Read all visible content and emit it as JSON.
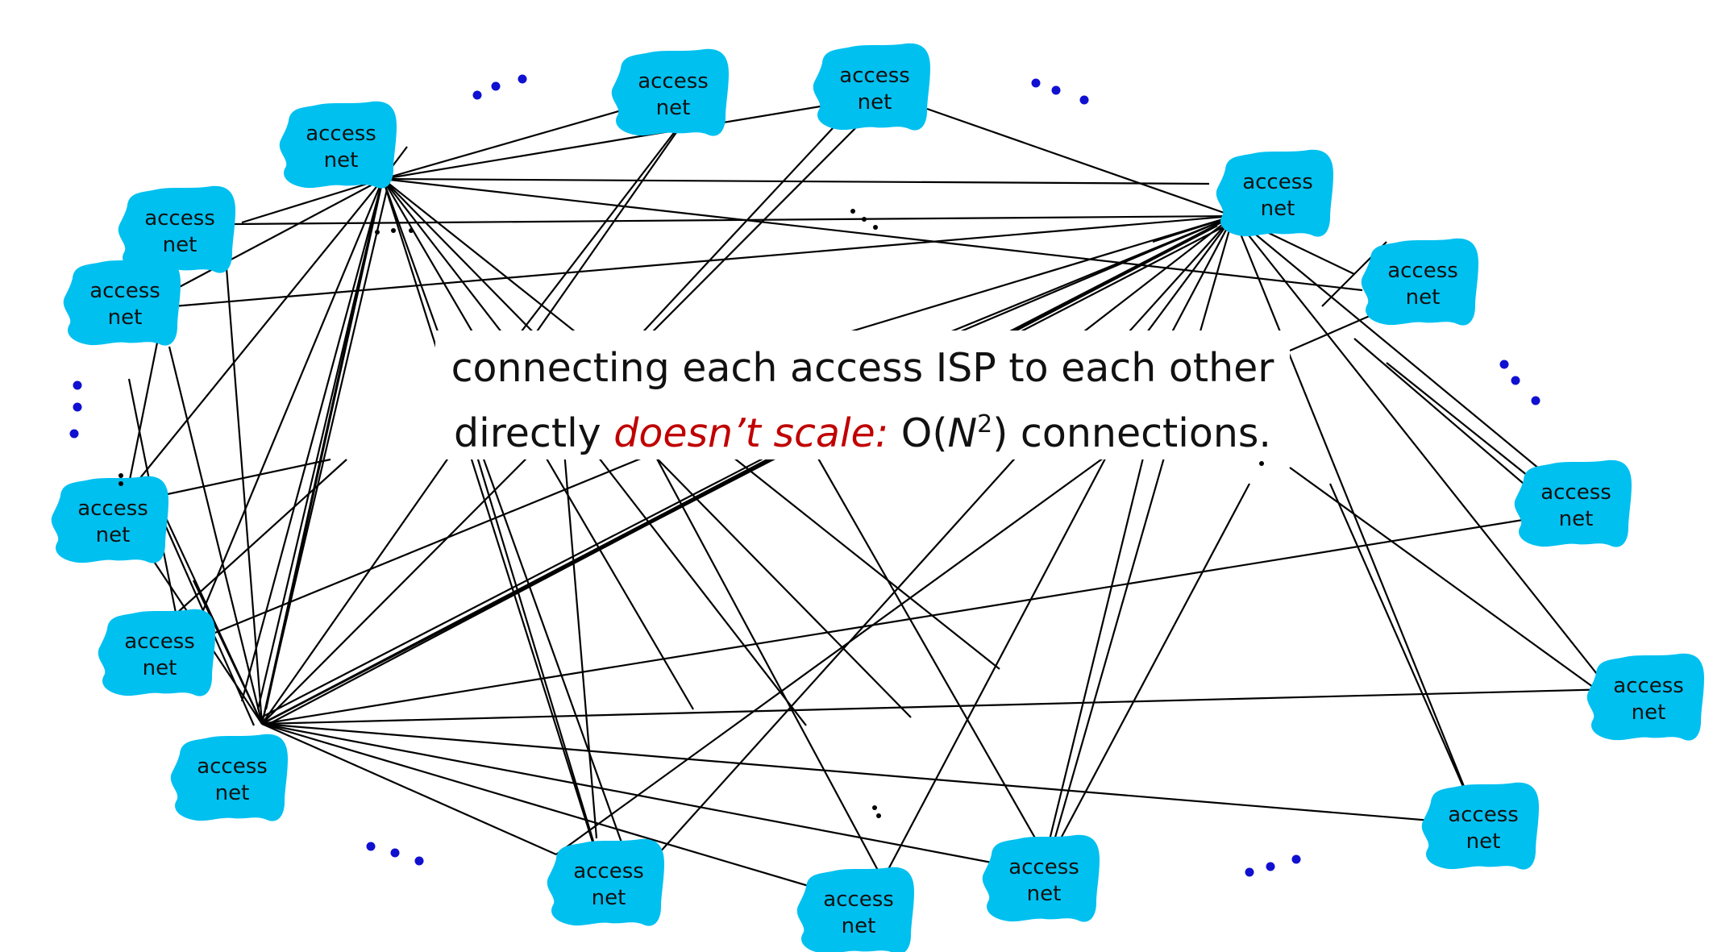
{
  "access_net_label": [
    "access",
    "net"
  ],
  "caption": {
    "line1": "connecting each access ISP to each other",
    "line2_prefix": "directly ",
    "line2_emphasis": "doesn’t scale:",
    "line2_O": " O(",
    "line2_N": "N",
    "line2_exp": "2",
    "line2_suffix": ") connections."
  },
  "colors": {
    "cloud": "#00C0F0",
    "line": "#000000",
    "dots": "#1010D0",
    "emphasis": "#C00000"
  },
  "icons": [
    "access-net-cloud-icon",
    "ellipsis-dots-icon"
  ]
}
